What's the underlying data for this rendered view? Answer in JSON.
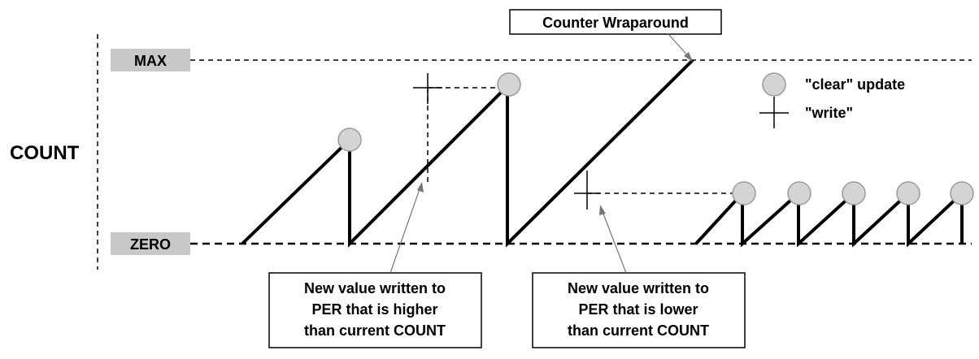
{
  "labels": {
    "max": "MAX",
    "zero": "ZERO",
    "count": "COUNT",
    "wraparound": "Counter Wraparound"
  },
  "legend": {
    "clear": "\"clear\" update",
    "write": "\"write\""
  },
  "callouts": {
    "higher": [
      "New value written to",
      "PER that is higher",
      "than current COUNT"
    ],
    "lower": [
      "New value written to",
      "PER that is lower",
      "than current COUNT"
    ]
  },
  "icons": {
    "clear": "circle-marker-icon",
    "write": "crosshair-marker-icon"
  },
  "colors": {
    "marker_fill": "#d4d4d4",
    "tag_fill": "#c8c8c8",
    "line": "#000000"
  }
}
